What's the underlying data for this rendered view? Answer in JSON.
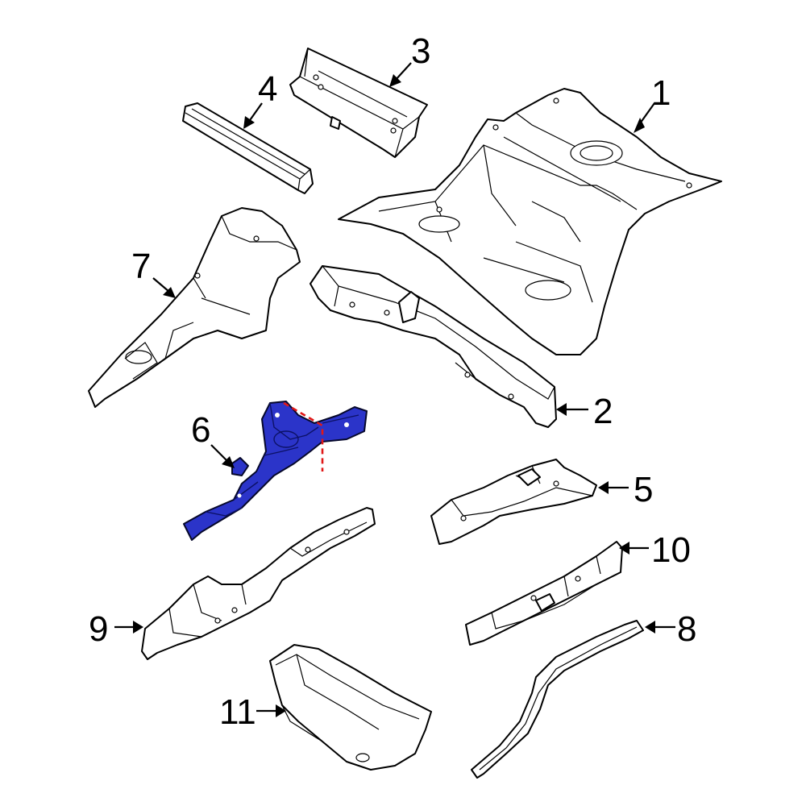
{
  "callouts": [
    {
      "id": "1",
      "label": "1"
    },
    {
      "id": "2",
      "label": "2"
    },
    {
      "id": "3",
      "label": "3"
    },
    {
      "id": "4",
      "label": "4"
    },
    {
      "id": "5",
      "label": "5"
    },
    {
      "id": "6",
      "label": "6"
    },
    {
      "id": "7",
      "label": "7"
    },
    {
      "id": "8",
      "label": "8"
    },
    {
      "id": "9",
      "label": "9"
    },
    {
      "id": "10",
      "label": "10"
    },
    {
      "id": "11",
      "label": "11"
    }
  ],
  "colors": {
    "highlight": "#2b34c9",
    "cut_line": "#e01818",
    "outline": "#000000"
  }
}
